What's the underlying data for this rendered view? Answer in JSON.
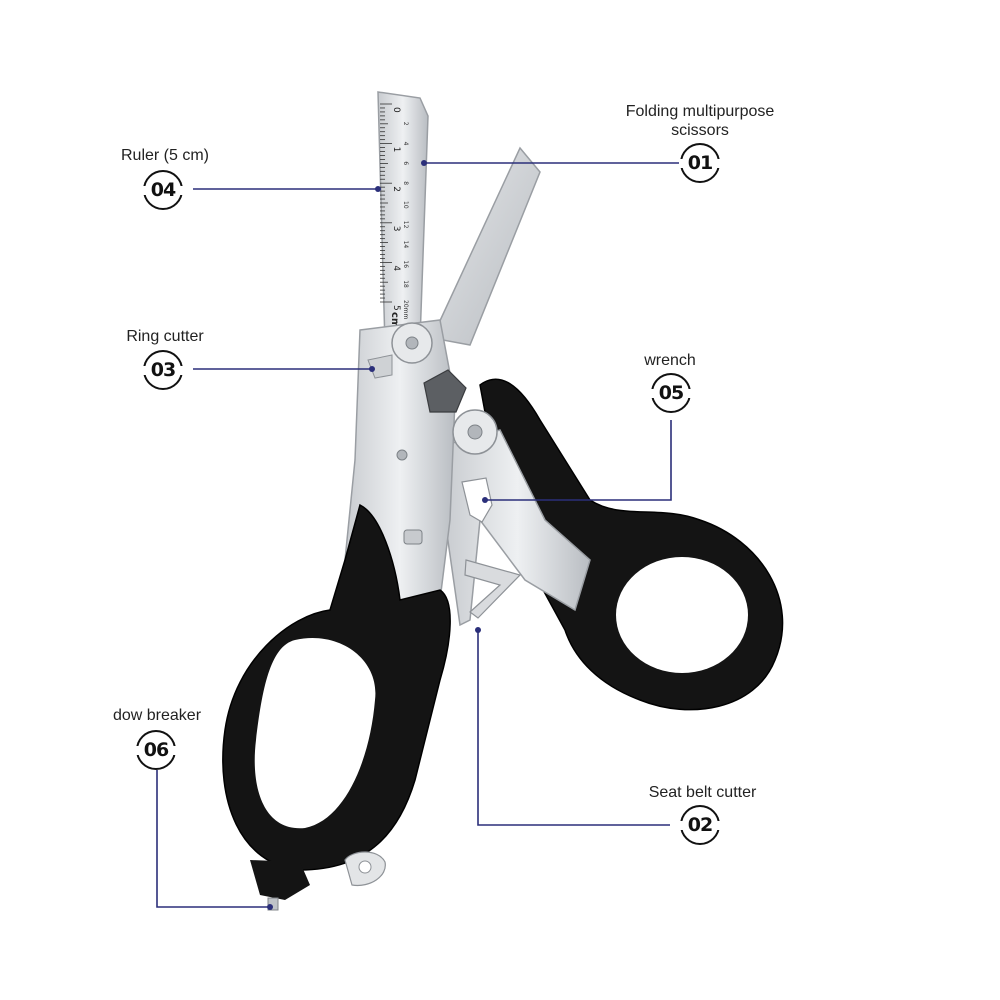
{
  "callouts": [
    {
      "number": "01",
      "label": "Folding multipurpose\nscissors"
    },
    {
      "number": "02",
      "label": "Seat belt cutter"
    },
    {
      "number": "03",
      "label": "Ring cutter"
    },
    {
      "number": "04",
      "label": "Ruler (5 cm)"
    },
    {
      "number": "05",
      "label": "wrench"
    },
    {
      "number": "06",
      "label": "dow breaker"
    }
  ],
  "ruler": {
    "cm_marks": [
      "0",
      "1",
      "2",
      "3",
      "4",
      "5"
    ],
    "mm_marks": [
      "2",
      "4",
      "6",
      "8",
      "10",
      "12",
      "14",
      "16",
      "18",
      "20mm"
    ],
    "unit": "cm"
  },
  "colors": {
    "line": "#2b2f7a",
    "handle": "#141414",
    "steel": "#d9dbde",
    "steel_dark": "#a9adb2"
  }
}
